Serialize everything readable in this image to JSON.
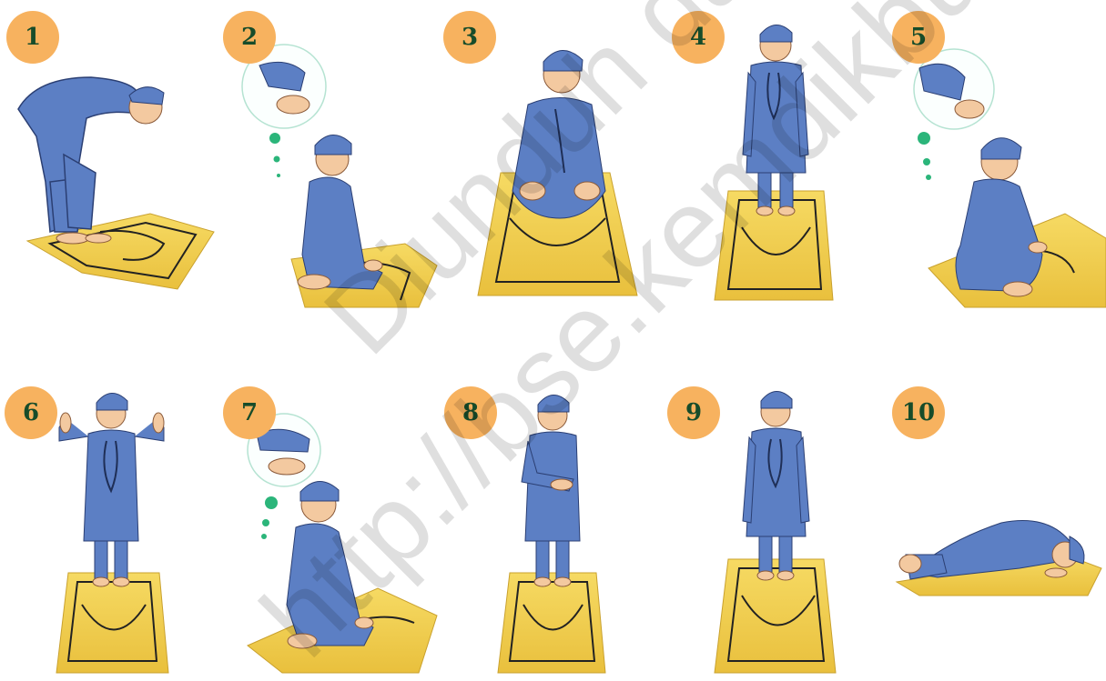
{
  "steps": [
    {
      "number": "1",
      "pose": "bowing"
    },
    {
      "number": "2",
      "pose": "sitting-kneel-side"
    },
    {
      "number": "3",
      "pose": "sitting-front-turn"
    },
    {
      "number": "4",
      "pose": "standing-arms-down"
    },
    {
      "number": "5",
      "pose": "sitting-cross-leg"
    },
    {
      "number": "6",
      "pose": "standing-hands-raised"
    },
    {
      "number": "7",
      "pose": "sitting-kneel-side"
    },
    {
      "number": "8",
      "pose": "standing-hands-folded"
    },
    {
      "number": "9",
      "pose": "standing-arms-down"
    },
    {
      "number": "10",
      "pose": "prostrating"
    }
  ],
  "watermark": {
    "line1": "Diunduh dari",
    "line2": "http://bse.kemdikbud.go.id"
  },
  "colors": {
    "badge": "#f7b25f",
    "badge_text": "#174c2a",
    "robe": "#5c7fc4",
    "rug": "#f2cf4c",
    "skin": "#f3c9a0",
    "dots": "#2bb57a"
  }
}
